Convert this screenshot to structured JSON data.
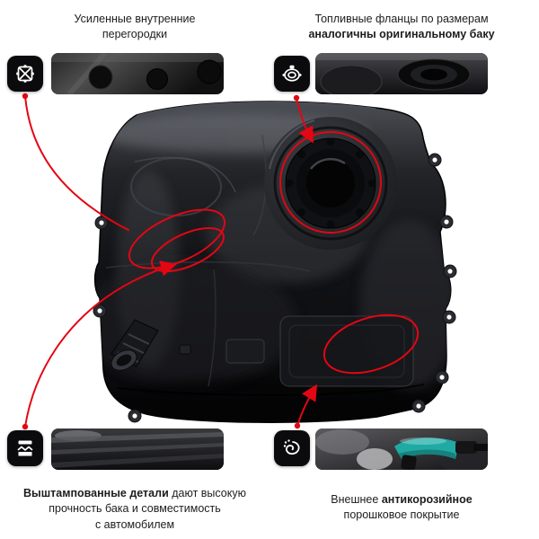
{
  "callouts": {
    "top_left": {
      "line1": "Усиленные внутренние",
      "line2": "перегородки"
    },
    "top_right": {
      "line1": "Топливные фланцы по размерам",
      "line2": "аналогичны оригинальному баку"
    },
    "bottom_left": {
      "line1_bold": "Выштампованные детали",
      "line1_rest": " дают высокую",
      "line2": "прочность бака и совместимость",
      "line3": "с автомобилем"
    },
    "bottom_right": {
      "line1_regular": "Внешнее ",
      "line1_bold": "антикорозийное",
      "line2": "порошковое покрытие"
    }
  },
  "icons": {
    "top_left": "baffle-grid-icon",
    "top_right": "flange-ring-icon",
    "bottom_left": "stamped-press-icon",
    "bottom_right": "spray-coating-icon"
  },
  "colors": {
    "annotation_red": "#e30613",
    "badge_black": "#0b0b0d",
    "background": "#ffffff",
    "tool_teal": "#21a9a4"
  }
}
